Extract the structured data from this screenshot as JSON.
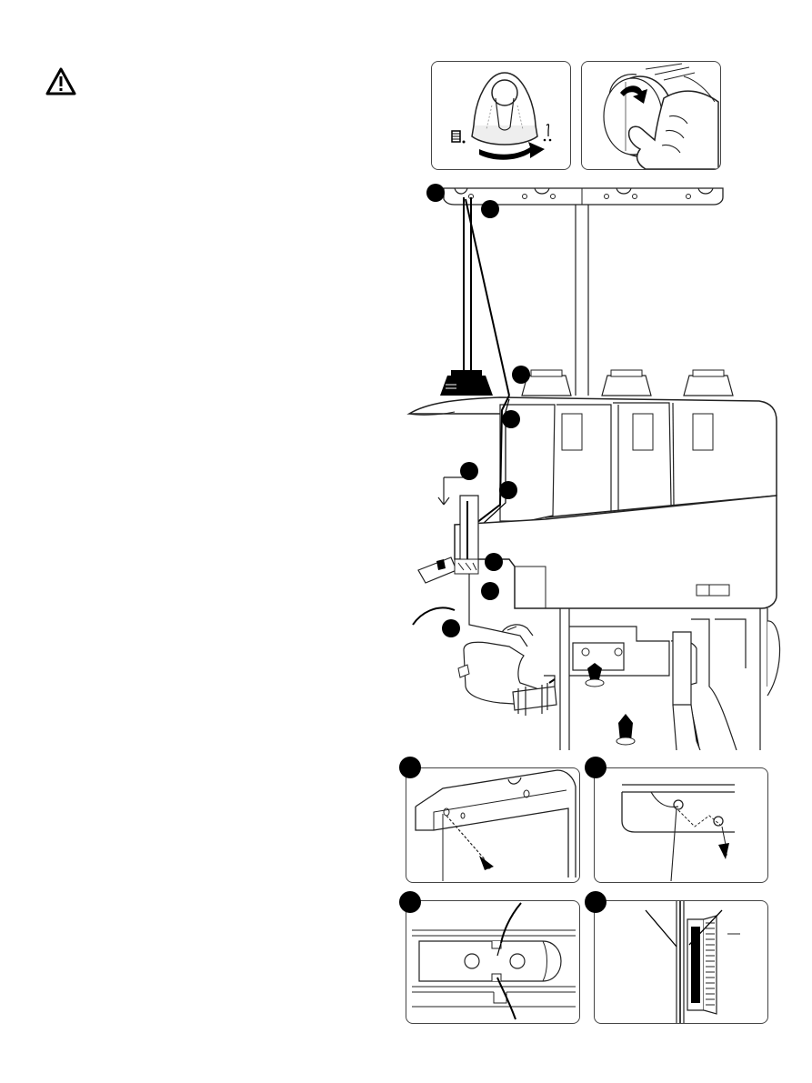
{
  "warning_icon": "warning-triangle-icon",
  "figure_panels": [
    {
      "name": "tension-dial-panel",
      "icon": "tension-dial-icon"
    },
    {
      "name": "handwheel-panel",
      "icon": "handwheel-hand-icon"
    }
  ],
  "main_illustration": "serger-thread-path",
  "detail_panels": [
    {
      "name": "thread-guide-detail"
    },
    {
      "name": "guide-hook-detail"
    },
    {
      "name": "looper-guide-detail"
    },
    {
      "name": "needle-threading-detail"
    }
  ],
  "colors": {
    "ink": "#000000",
    "line": "#333333",
    "panel_border": "#444444"
  }
}
